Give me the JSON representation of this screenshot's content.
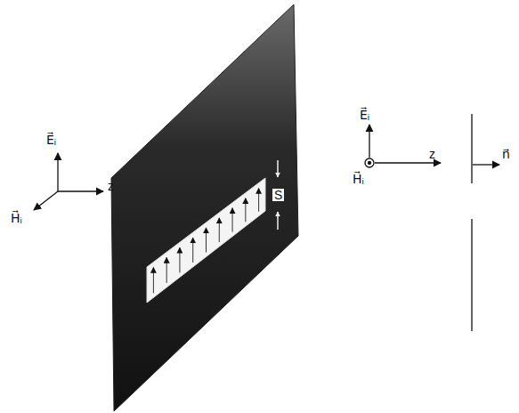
{
  "diagram": {
    "labels": [
      "E⃗ᵢ",
      "z",
      "H⃗ᵢ",
      "S",
      "E⃗ᵢ",
      "H⃗ᵢ",
      "z",
      "n⃗"
    ]
  }
}
